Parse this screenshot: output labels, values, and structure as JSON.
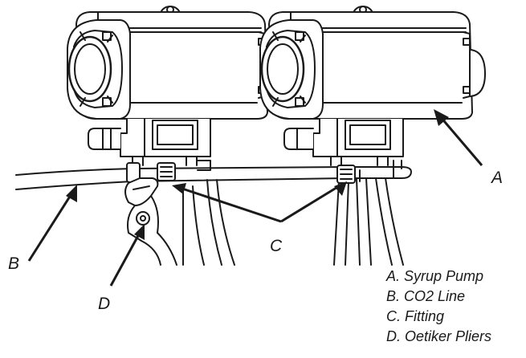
{
  "callouts": {
    "a": "A",
    "b": "B",
    "c": "C",
    "d": "D"
  },
  "legend": [
    "A. Syrup Pump",
    "B. CO2 Line",
    "C. Fitting",
    "D. Oetiker Pliers"
  ]
}
